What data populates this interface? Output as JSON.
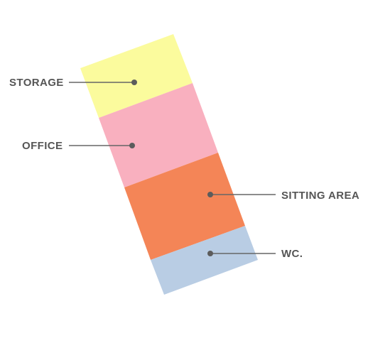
{
  "diagram": {
    "zones": [
      {
        "id": "storage",
        "label": "STORAGE",
        "color": "#fbfb9d"
      },
      {
        "id": "office",
        "label": "OFFICE",
        "color": "#f9b0bf"
      },
      {
        "id": "sitting",
        "label": "SITTING AREA",
        "color": "#f48557"
      },
      {
        "id": "wc",
        "label": "WC.",
        "color": "#b9cde4"
      }
    ]
  }
}
